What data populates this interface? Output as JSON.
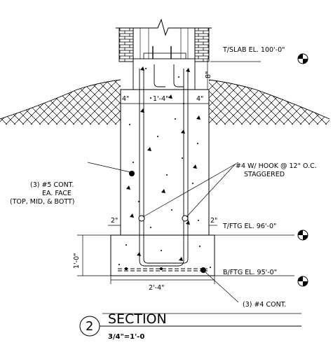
{
  "section": {
    "number": "2",
    "title": "SECTION",
    "scale": "3/4\"=1'-0"
  },
  "elevations": {
    "slab": "T/SLAB EL. 100'-0\"",
    "top_footing": "T/FTG EL. 96'-0\"",
    "bottom_footing": "B/FTG EL. 95'-0\""
  },
  "notes": {
    "cont_bars_line1": "(3) #5 CONT.",
    "cont_bars_line2": "EA. FACE",
    "cont_bars_line3": "(TOP, MID, & BOTT)",
    "hook_line1": "#4 W/ HOOK @ 12\" O.C.",
    "hook_line2": "STAGGERED",
    "footing_bars": "(3) #4 CONT."
  },
  "dimensions": {
    "wall_8": "8\"",
    "left_4": "4\"",
    "mid_14": "1'-4\"",
    "right_4": "4\"",
    "left_2": "2\"",
    "right_2": "2\"",
    "height_10": "1'-0\"",
    "width_24": "2'-4\""
  },
  "colors": {
    "line": "#000000",
    "background": "#ffffff"
  }
}
